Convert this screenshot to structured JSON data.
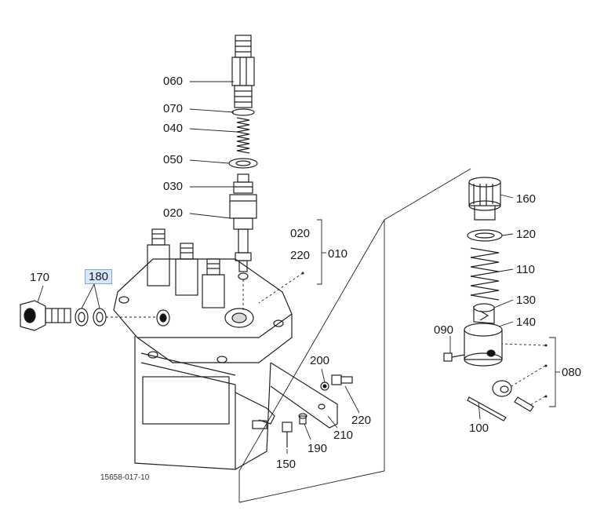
{
  "labels": {
    "p060": "060",
    "p070": "070",
    "p040": "040",
    "p050": "050",
    "p030": "030",
    "p020": "020",
    "p020b": "020",
    "p220a": "220",
    "p010": "010",
    "p170": "170",
    "p180": "180",
    "p160": "160",
    "p120": "120",
    "p110": "110",
    "p130": "130",
    "p140": "140",
    "p090": "090",
    "p080": "080",
    "p100": "100",
    "p200": "200",
    "p220b": "220",
    "p210": "210",
    "p190": "190",
    "p150": "150"
  },
  "drawing_number": "15658-017-10",
  "highlight_color": "#d6e6fb"
}
